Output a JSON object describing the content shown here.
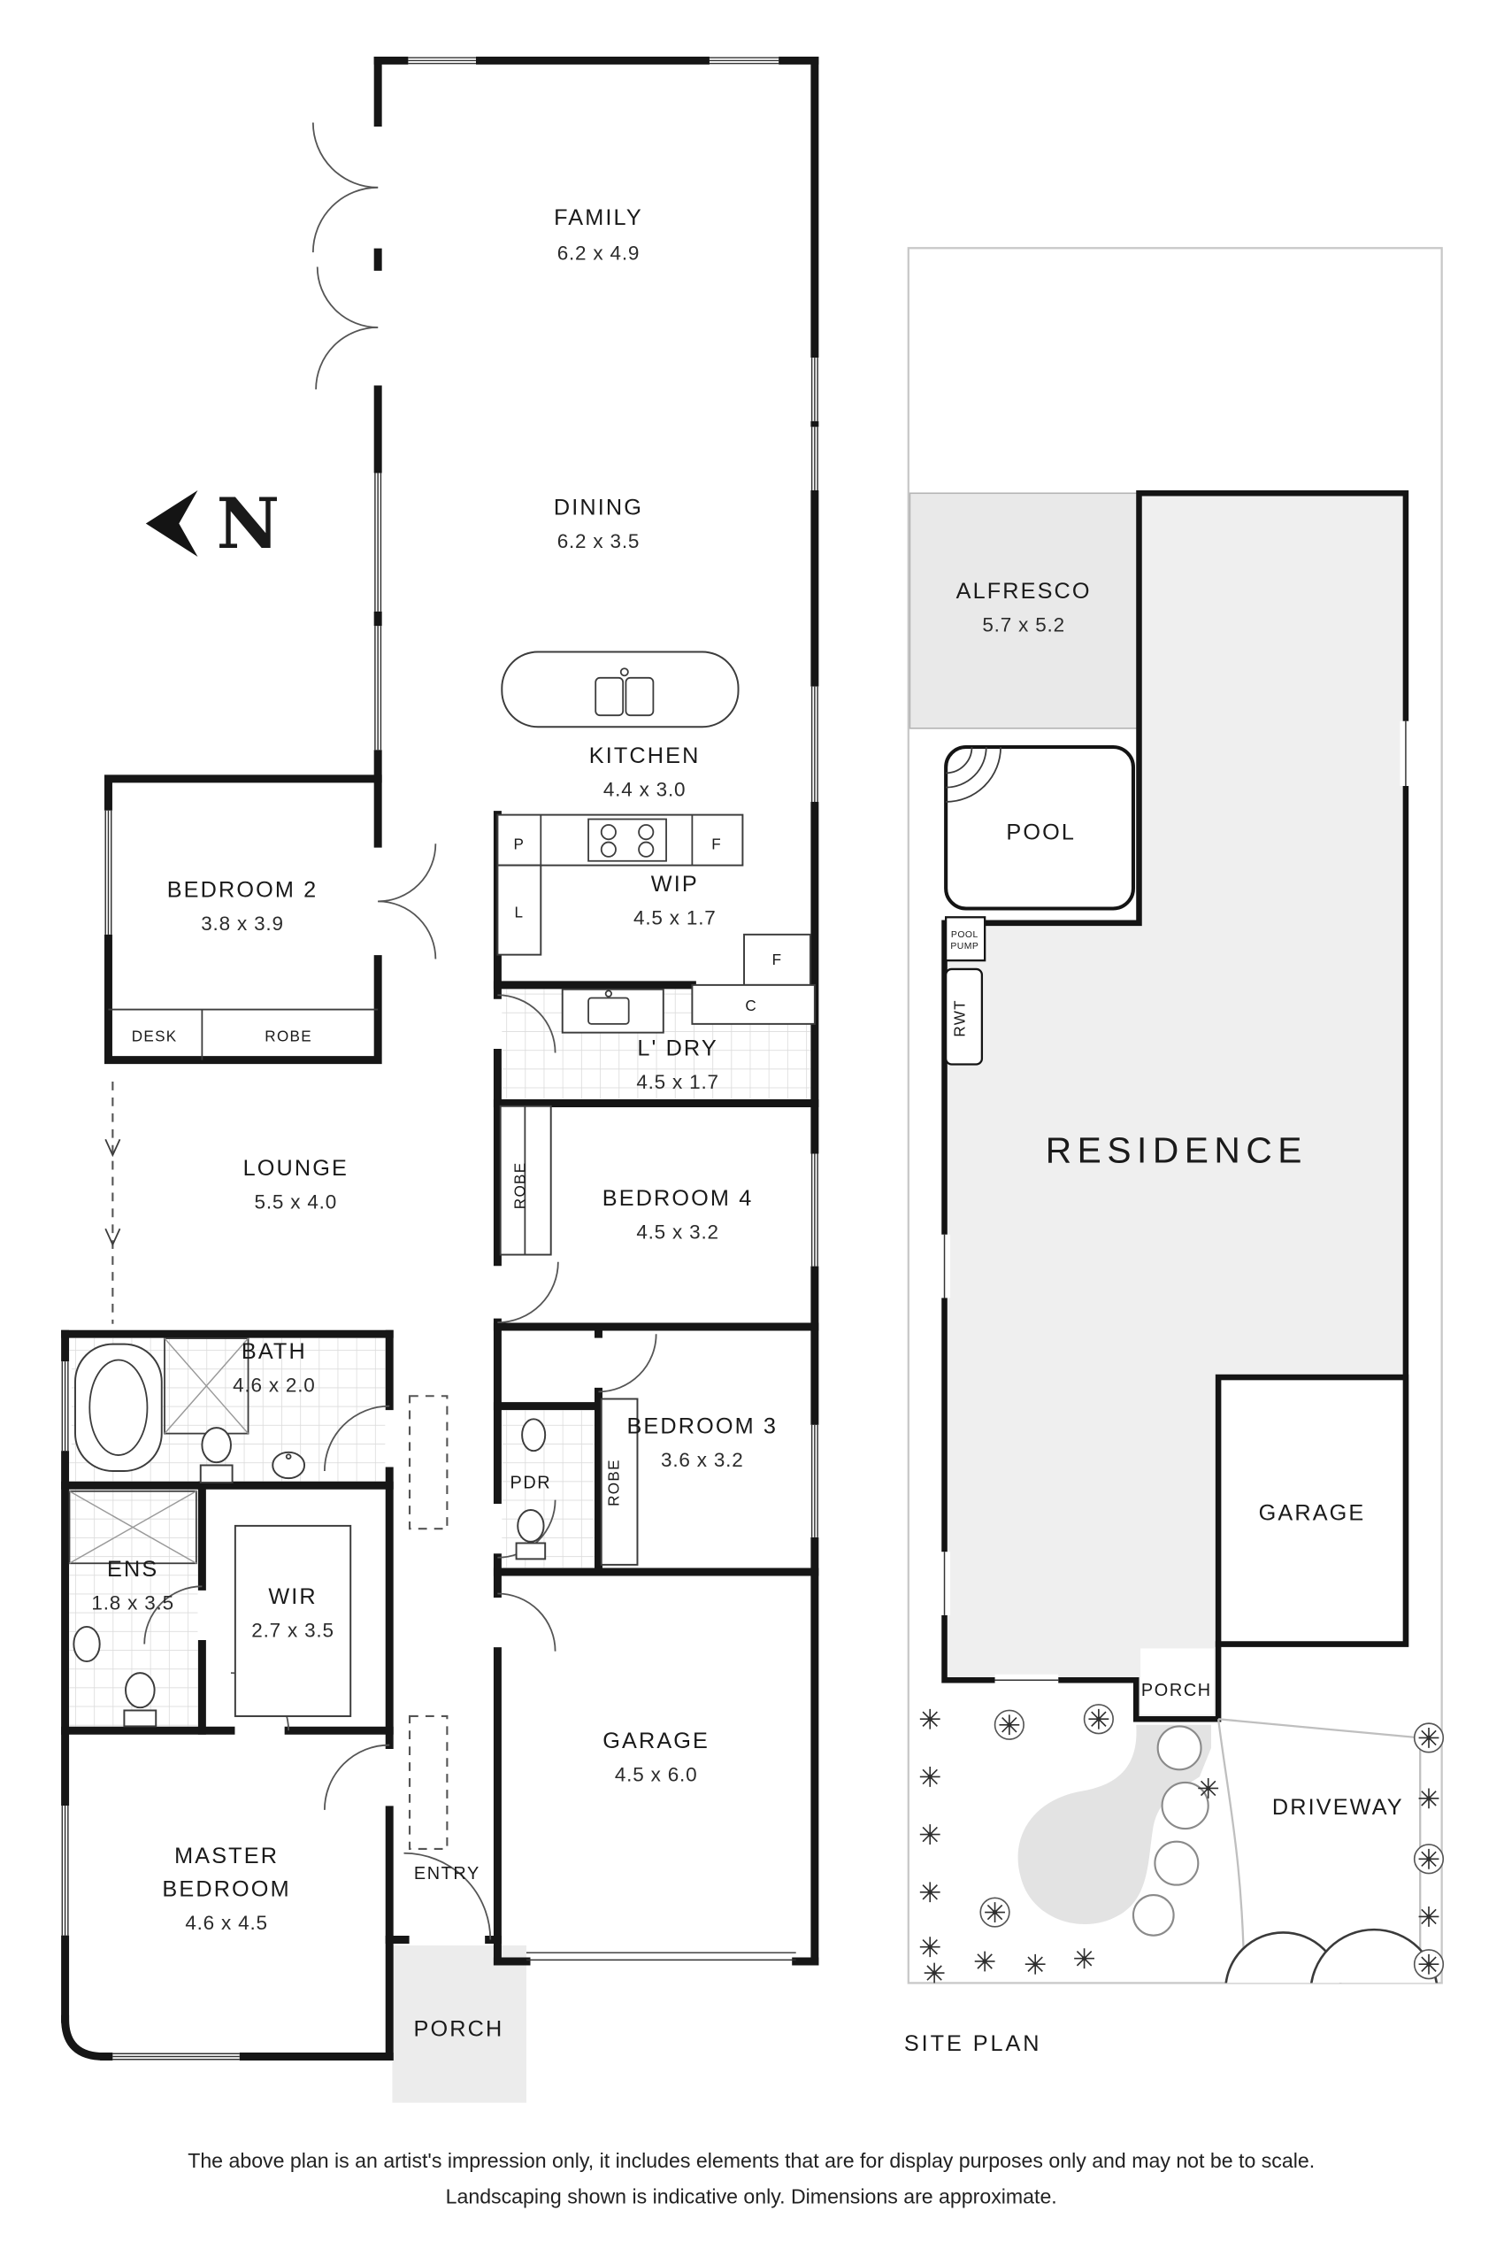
{
  "north": {
    "label": "N"
  },
  "floorplan": {
    "family": {
      "name": "FAMILY",
      "dims": "6.2 x 4.9"
    },
    "dining": {
      "name": "DINING",
      "dims": "6.2 x 3.5"
    },
    "kitchen": {
      "name": "KITCHEN",
      "dims": "4.4 x 3.0"
    },
    "wip": {
      "name": "WIP",
      "dims": "4.5 x 1.7"
    },
    "laundry": {
      "name": "L' DRY",
      "dims": "4.5 x 1.7"
    },
    "bedroom2": {
      "name": "BEDROOM 2",
      "dims": "3.8 x 3.9",
      "desk": "DESK",
      "robe": "ROBE"
    },
    "lounge": {
      "name": "LOUNGE",
      "dims": "5.5 x 4.0"
    },
    "bedroom4": {
      "name": "BEDROOM 4",
      "dims": "4.5 x 3.2",
      "robe": "ROBE"
    },
    "bath": {
      "name": "BATH",
      "dims": "4.6 x 2.0"
    },
    "bedroom3": {
      "name": "BEDROOM 3",
      "dims": "3.6 x 3.2",
      "robe": "ROBE"
    },
    "pdr": {
      "name": "PDR"
    },
    "ens": {
      "name": "ENS",
      "dims": "1.8 x 3.5"
    },
    "wir": {
      "name": "WIR",
      "dims": "2.7 x 3.5"
    },
    "garage": {
      "name": "GARAGE",
      "dims": "4.5 x 6.0"
    },
    "master": {
      "line1": "MASTER",
      "line2": "BEDROOM",
      "dims": "4.6 x 4.5"
    },
    "entry": {
      "name": "ENTRY"
    },
    "porch": {
      "name": "PORCH"
    },
    "fixtures": {
      "pantry": "P",
      "fridge": "F",
      "linen": "L",
      "fridge2": "F",
      "cupboard": "C"
    }
  },
  "siteplan": {
    "alfresco": {
      "name": "ALFRESCO",
      "dims": "5.7 x 5.2"
    },
    "pool": {
      "name": "POOL"
    },
    "pool_pump": {
      "line1": "POOL",
      "line2": "PUMP"
    },
    "rwt": {
      "name": "RWT"
    },
    "residence": {
      "name": "RESIDENCE"
    },
    "garage": {
      "name": "GARAGE"
    },
    "porch": {
      "name": "PORCH"
    },
    "driveway": {
      "name": "DRIVEWAY"
    },
    "title": "SITE PLAN"
  },
  "disclaimer": {
    "line1": "The above plan is an artist's impression only, it includes elements that are for display purposes only and may not be to scale.",
    "line2": "Landscaping shown is indicative only. Dimensions are approximate."
  }
}
